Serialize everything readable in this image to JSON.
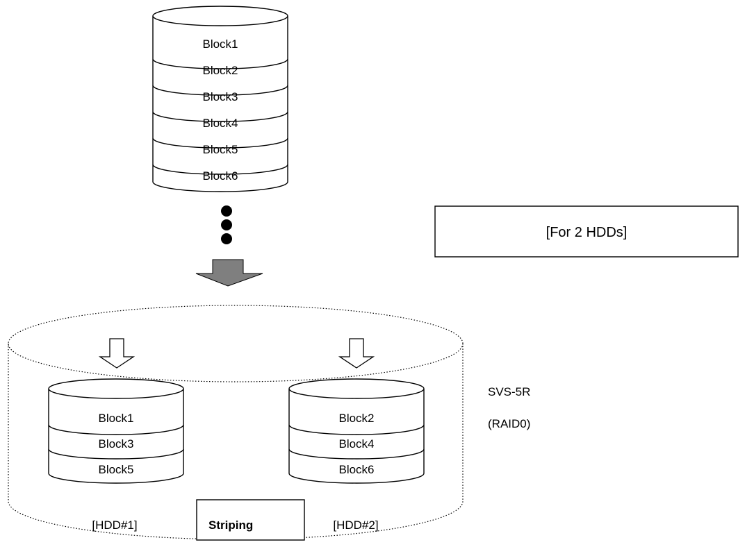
{
  "source_stack": {
    "blocks": [
      "Block1",
      "Block2",
      "Block3",
      "Block4",
      "Block5",
      "Block6"
    ]
  },
  "for_label": "[For 2 HDDs]",
  "device": {
    "name": "SVS-5R",
    "mode": "(RAID0)"
  },
  "hdd1": {
    "blocks": [
      "Block1",
      "Block3",
      "Block5"
    ],
    "label": "[HDD#1]"
  },
  "hdd2": {
    "blocks": [
      "Block2",
      "Block4",
      "Block6"
    ],
    "label": "[HDD#2]"
  },
  "striping_label": "Striping",
  "colors": {
    "arrow_fill": "#7f7f7f",
    "line": "#000000",
    "background": "#ffffff"
  }
}
